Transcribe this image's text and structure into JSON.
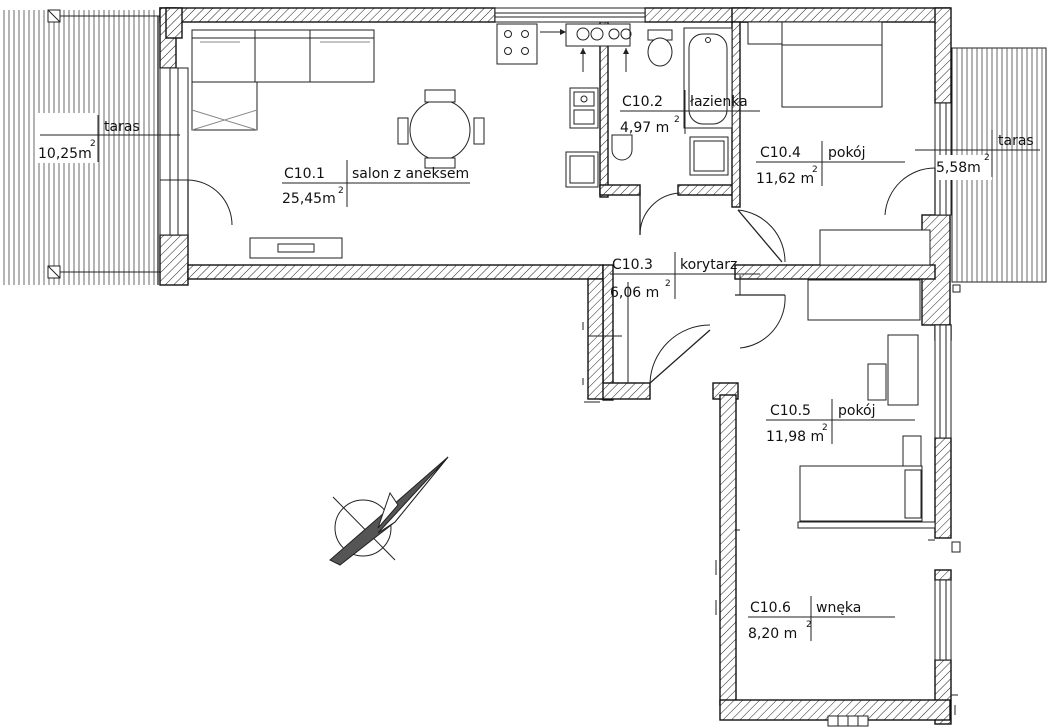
{
  "plan": {
    "rooms": [
      {
        "id": "C10.1",
        "name": "salon z aneksem",
        "area": "25,45m",
        "exp": "2"
      },
      {
        "id": "C10.2",
        "name": "łazienka",
        "area": "4,97 m",
        "exp": "2"
      },
      {
        "id": "C10.3",
        "name": "korytarz",
        "area": "6,06 m",
        "exp": "2"
      },
      {
        "id": "C10.4",
        "name": "pokój",
        "area": "11,62 m",
        "exp": "2"
      },
      {
        "id": "C10.5",
        "name": "pokój",
        "area": "11,98 m",
        "exp": "2"
      },
      {
        "id": "C10.6",
        "name": "wnęka",
        "area": "8,20 m",
        "exp": "2"
      }
    ],
    "terraces": [
      {
        "name": "taras",
        "area": "10,25m",
        "exp": "2"
      },
      {
        "name": "taras",
        "area": "5,58m",
        "exp": "2"
      }
    ]
  },
  "colors": {
    "line": "#111111",
    "background": "#ffffff",
    "accent": "#555555"
  },
  "icons": [
    "north-arrow-icon",
    "stove-icon",
    "sink-icon",
    "toilet-icon",
    "bathtub-icon"
  ]
}
